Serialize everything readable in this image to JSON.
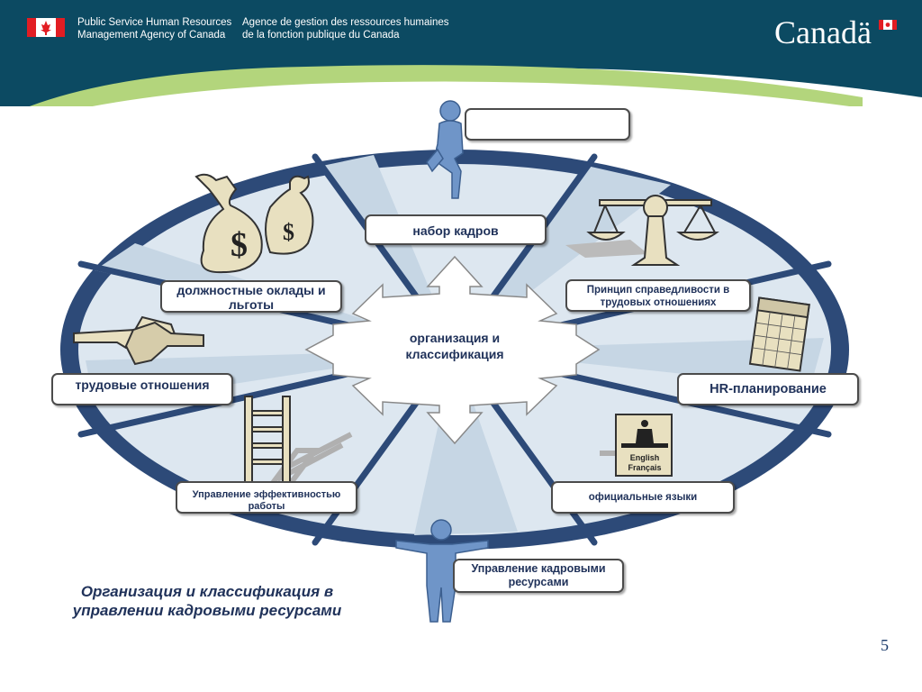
{
  "header": {
    "org_name_en": "Public Service Human Resources\nManagement Agency of Canada",
    "org_name_fr": "Agence de gestion des ressources humaines\nde la fonction publique du Canada",
    "wordmark": "Canadä",
    "colors": {
      "band": "#0c4a62",
      "swoosh": "#b3d57c"
    }
  },
  "diagram": {
    "top_blank_label": "",
    "center": "организация и классификация",
    "segments": [
      {
        "id": "recruitment",
        "label": "набор кадров",
        "icon": "person-sitting-icon"
      },
      {
        "id": "pay",
        "label": "должностные оклады и льготы",
        "icon": "money-bags-icon"
      },
      {
        "id": "fairness",
        "label": "Принцип справедливости в трудовых отношениях",
        "icon": "balance-scale-icon"
      },
      {
        "id": "labour",
        "label": "трудовые отношения",
        "icon": "handshake-icon"
      },
      {
        "id": "hr_planning",
        "label": "HR-планирование",
        "icon": "calendar-icon"
      },
      {
        "id": "performance",
        "label": "Управление эффективностью работы",
        "icon": "ladder-icon"
      },
      {
        "id": "official_languages",
        "label": "официальные языки",
        "icon": "official-languages-sign-icon"
      },
      {
        "id": "hrm",
        "label": "Управление кадровыми ресурсами",
        "icon": "person-holding-ring-icon"
      }
    ],
    "sign_text_en": "English",
    "sign_text_fr": "Français",
    "colors": {
      "ring": "#2d4a78",
      "ring_fill": "#dde7f0",
      "figure": "#6f95c8"
    }
  },
  "caption": "Организация и классификация в управлении кадровыми ресурсами",
  "page_number": "5"
}
